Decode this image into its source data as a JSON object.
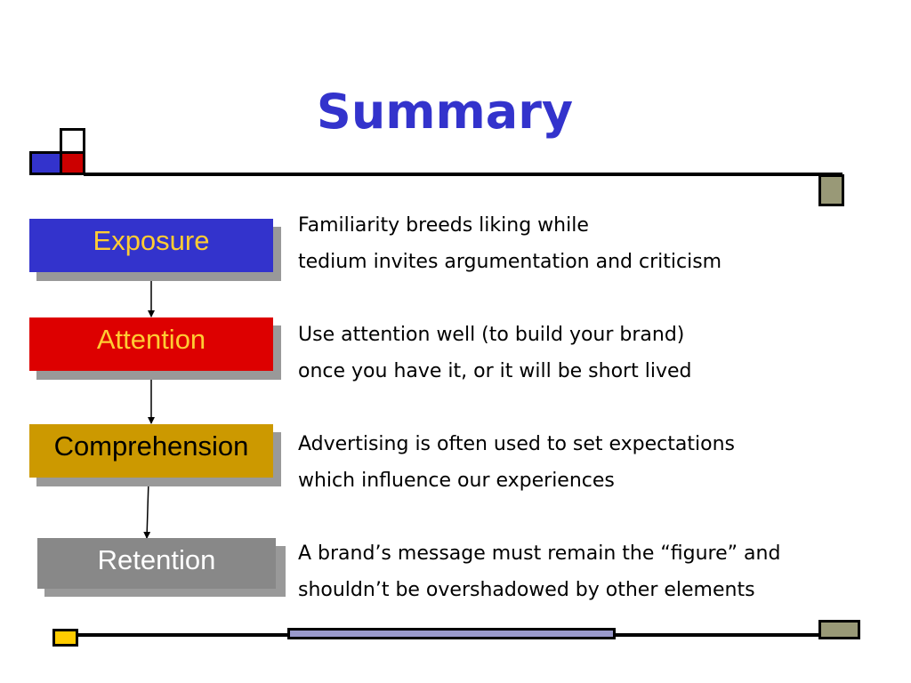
{
  "slide": {
    "title": "Summary"
  },
  "stages": [
    {
      "label": "Exposure",
      "bg": "#3333cc",
      "text_color": "#ffcc33",
      "desc": [
        "Familiarity breeds liking while",
        "tedium invites argumentation and criticism"
      ]
    },
    {
      "label": "Attention",
      "bg": "#dd0000",
      "text_color": "#ffcc33",
      "desc": [
        "Use attention well (to build your brand)",
        "once you have it, or it will be short lived"
      ]
    },
    {
      "label": "Comprehension",
      "bg": "#cc9900",
      "text_color": "#000000",
      "desc": [
        "Advertising is often used to set expectations",
        "which influence our experiences"
      ]
    },
    {
      "label": "Retention",
      "bg": "#888888",
      "text_color": "#ffffff",
      "desc": [
        "A brand’s message must remain the “figure” and",
        "shouldn’t be overshadowed by other elements"
      ]
    }
  ],
  "colors": {
    "title": "#3333cc",
    "deco_blue": "#3333cc",
    "deco_red": "#cc0000",
    "deco_olive": "#999977",
    "deco_yellow": "#ffcc00",
    "deco_lavender": "#9999cc"
  }
}
